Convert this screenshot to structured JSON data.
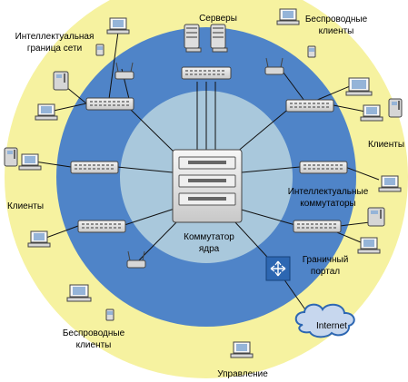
{
  "colors": {
    "outer_ring": "#f6f2a0",
    "middle_ring": "#4f84c8",
    "core_ring": "#a9c8dc",
    "line": "#ffffff",
    "inner_line": "#000000",
    "device_fill": "#d9d9d9",
    "device_stroke": "#333333",
    "portal_fill": "#2d67b2",
    "portal_line": "#ffffff",
    "cloud_fill": "#c7d7ee",
    "cloud_stroke": "#2d67b2"
  },
  "labels": {
    "servers": "Серверы",
    "wireless_clients_top": "Беспроводные клиенты",
    "intelligent_edge": "Интеллектуальная граница сети",
    "clients_left": "Клиенты",
    "clients_right": "Клиенты",
    "intelligent_switches": "Интеллектуальные коммутаторы",
    "core_switch": "Коммутатор ядра",
    "border_portal": "Граничный портал",
    "wireless_clients_bottom": "Беспроводные клиенты",
    "management": "Управление",
    "internet": "Internet"
  },
  "label_lines": {
    "wireless_clients_top": [
      "Беспроводные",
      "клиенты"
    ],
    "intelligent_edge": [
      "Интеллектуальная",
      "граница сети"
    ],
    "intelligent_switches": [
      "Интеллектуальные",
      "коммутаторы"
    ],
    "core_switch": [
      "Коммутатор",
      "ядра"
    ],
    "border_portal": [
      "Граничный",
      "портал"
    ],
    "wireless_clients_bottom": [
      "Беспроводные",
      "клиенты"
    ]
  }
}
